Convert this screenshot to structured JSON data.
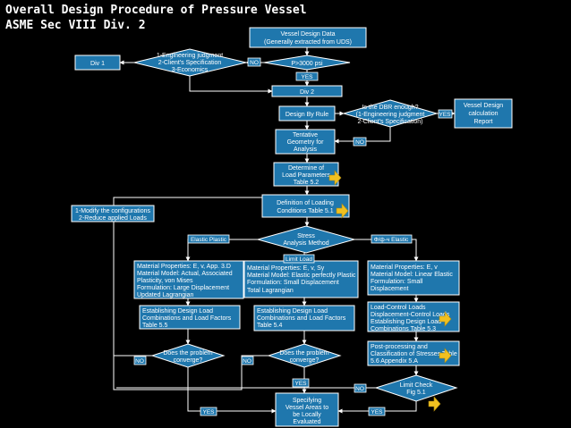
{
  "title": {
    "line1": "Overall Design Procedure of Pressure Vessel",
    "line2": "ASME Sec VIII Div. 2"
  },
  "nodes": {
    "vessel_data": [
      "Vessel Design Data",
      "(Generally extracted from UDS)"
    ],
    "p_check": [
      "P>3000 psi"
    ],
    "eng_judgment": [
      "1-Engineering judgment",
      "2-Client's Specification",
      "3-Economics"
    ],
    "div1": [
      "Div 1"
    ],
    "div2": [
      "Div 2"
    ],
    "design_by_rule": [
      "Design By Rule"
    ],
    "dbr_enough": [
      "Is the DBR enough?",
      "(1-Engineering judgment",
      "2-Client's Specification)"
    ],
    "calc_report": [
      "Vessel Design",
      "calculation",
      "Report"
    ],
    "tentative": [
      "Tentative",
      "Geometry for",
      "Analysis"
    ],
    "load_params": [
      "Determine of",
      "Load Parameters",
      "Table 5.2"
    ],
    "loading_cond": [
      "Definition of Loading",
      "Conditions Table 5.1"
    ],
    "modify": [
      "1-Modify the configurations",
      "2-Reduce applied Loads"
    ],
    "stress_method": [
      "Stress",
      "Analysis Method"
    ],
    "mat_plastic": [
      "Material Properties: E, v, App. 3.D",
      "Material Model: Actual, Associated",
      "Plasticity, von Mises",
      "Formulation: Large Displacement",
      "Updated Lagrangian"
    ],
    "mat_limit": [
      "Material Properties: E, v, Sy",
      "Material Model: Elastic perfectly Plastic",
      "Formulation: Small Displacement",
      "Total Lagrangian"
    ],
    "mat_elastic": [
      "Material Properties: E, v",
      "Material Model: Linear Elastic",
      "Formulation: Small",
      "Displacement"
    ],
    "comb_55": [
      "Establishing Design Load",
      "Combinations and Load Factors",
      "Table 5.5"
    ],
    "comb_54": [
      "Establishing Design Load",
      "Combinations and Load Factors",
      "Table 5.4"
    ],
    "load_control": [
      "Load-Control Loads",
      "Displacement-Control Loads",
      "Establishing Design Load",
      "Combinations Table 5.3"
    ],
    "converge1": [
      "Does the problem",
      "converge?"
    ],
    "converge2": [
      "Does the problem",
      "converge?"
    ],
    "post_proc": [
      "Post-processing and",
      "Classification of Stresses Table",
      "5.6 Appendix 5.A"
    ],
    "limit_check": [
      "Limit Check",
      "Fig 5.1"
    ],
    "specifying": [
      "Specifying",
      "Vessel Areas to",
      "be Locally",
      "Evaluated"
    ]
  },
  "labels": {
    "no_p": "NO",
    "yes_p": "YES",
    "yes_dbr": "YES",
    "no_dbr": "NO",
    "elastic_plastic": "Elastic Plastic",
    "elastic": "Ф/ф-ч Elastic",
    "limit_load": "Limit Load",
    "no_c1": "NO",
    "no_c2": "NO",
    "yes_c": "YES",
    "no_lc": "NO",
    "yes_bl": "YES",
    "yes_br": "YES"
  },
  "colors": {
    "background": "#000000",
    "title": "#ffffff",
    "box_fill": "#1f77ad",
    "box_stroke": "#ffffff",
    "arrow_icon": "#f0c020"
  },
  "icons": [
    "arrow-right-icon"
  ]
}
